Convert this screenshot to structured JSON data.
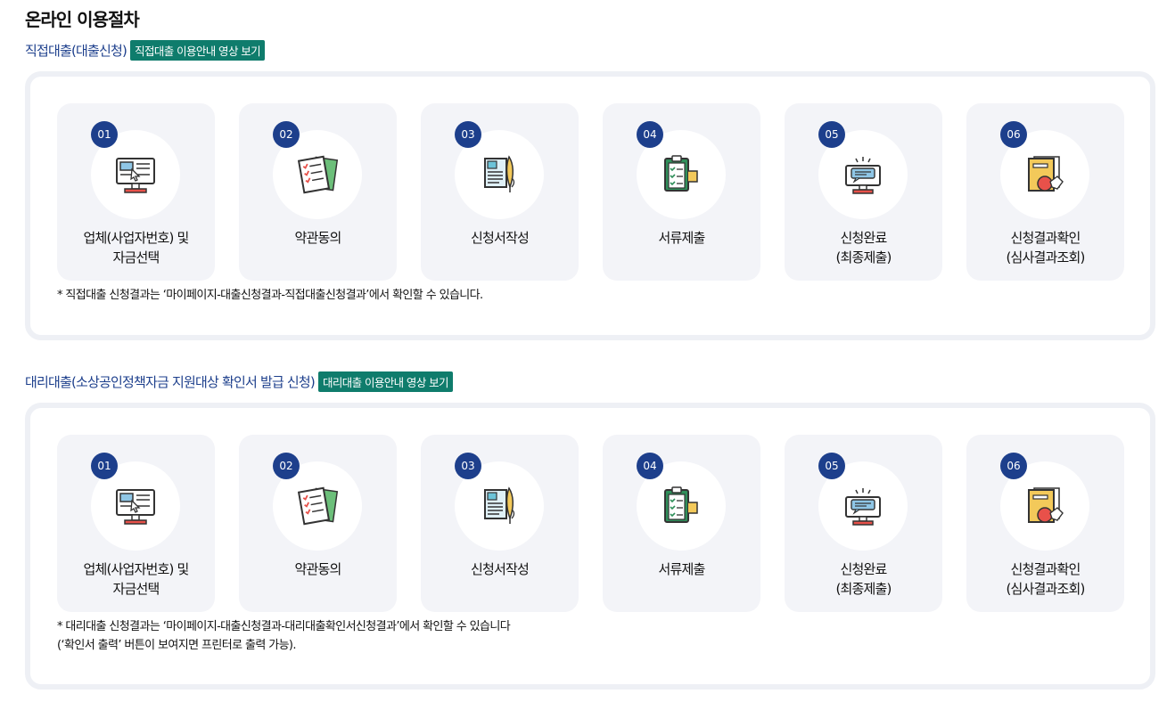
{
  "page_title": "온라인 이용절차",
  "sections": [
    {
      "title": "직접대출(대출신청)",
      "video_button": "직접대출 이용안내 영상 보기",
      "steps": [
        {
          "num": "01",
          "label1": "업체(사업자번호) 및",
          "label2": "자금선택",
          "icon": "computer-select-icon"
        },
        {
          "num": "02",
          "label1": "약관동의",
          "label2": "",
          "icon": "checklist-documents-icon"
        },
        {
          "num": "03",
          "label1": "신청서작성",
          "label2": "",
          "icon": "document-pen-icon"
        },
        {
          "num": "04",
          "label1": "서류제출",
          "label2": "",
          "icon": "clipboard-hand-icon"
        },
        {
          "num": "05",
          "label1": "신청완료",
          "label2": "(최종제출)",
          "icon": "monitor-message-icon"
        },
        {
          "num": "06",
          "label1": "신청결과확인",
          "label2": "(심사결과조회)",
          "icon": "approval-stamp-icon"
        }
      ],
      "note_line1": "* 직접대출 신청결과는 ‘마이페이지-대출신청결과-직접대출신청결과’에서 확인할 수 있습니다.",
      "note_line2": ""
    },
    {
      "title": "대리대출(소상공인정책자금 지원대상 확인서 발급 신청)",
      "video_button": "대리대출 이용안내 영상 보기",
      "steps": [
        {
          "num": "01",
          "label1": "업체(사업자번호) 및",
          "label2": "자금선택",
          "icon": "computer-select-icon"
        },
        {
          "num": "02",
          "label1": "약관동의",
          "label2": "",
          "icon": "checklist-documents-icon"
        },
        {
          "num": "03",
          "label1": "신청서작성",
          "label2": "",
          "icon": "document-pen-icon"
        },
        {
          "num": "04",
          "label1": "서류제출",
          "label2": "",
          "icon": "clipboard-hand-icon"
        },
        {
          "num": "05",
          "label1": "신청완료",
          "label2": "(최종제출)",
          "icon": "monitor-message-icon"
        },
        {
          "num": "06",
          "label1": "신청결과확인",
          "label2": "(심사결과조회)",
          "icon": "approval-stamp-icon"
        }
      ],
      "note_line1": "* 대리대출 신청결과는 ‘마이페이지-대출신청결과-대리대출확인서신청결과’에서 확인할 수 있습니다",
      "note_line2": "(‘확인서 출력’ 버튼이 보여지면 프린터로 출력 가능)."
    }
  ],
  "colors": {
    "accent_navy": "#1d3f8c",
    "video_button_green": "#0f7c6c",
    "card_bg": "#f3f4f8",
    "panel_border": "#eef0f5"
  }
}
